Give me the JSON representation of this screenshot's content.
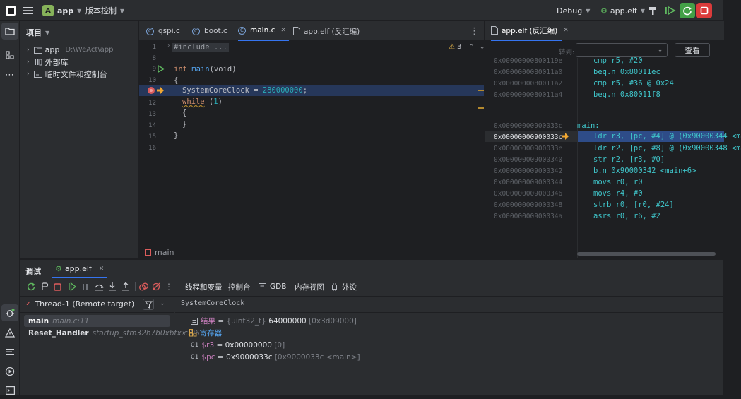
{
  "titlebar": {
    "project_badge": "A",
    "project_name": "app",
    "vcs_label": "版本控制",
    "config_label": "Debug",
    "target_label": "app.elf"
  },
  "project_panel": {
    "title": "项目",
    "tree": [
      {
        "label": "app",
        "path": "D:\\WeAct\\app"
      },
      {
        "label": "外部库"
      },
      {
        "label": "临时文件和控制台"
      }
    ]
  },
  "editor": {
    "tabs": [
      {
        "label": "qspi.c"
      },
      {
        "label": "boot.c"
      },
      {
        "label": "main.c"
      },
      {
        "label": "app.elf (反汇编)"
      }
    ],
    "warning_count": "3",
    "line_numbers": [
      "1",
      "8",
      "9",
      "10",
      "11",
      "12",
      "13",
      "14",
      "15",
      "16"
    ],
    "code": {
      "include": "#include ...",
      "main_sig_kw": "int",
      "main_sig_fn": "main",
      "main_sig_rest": "(void)",
      "brace_open": "{",
      "assign_lhs": "SystemCoreClock = ",
      "assign_num": "280000000",
      "assign_end": ";",
      "while_kw": "while",
      "while_open": " (",
      "while_num": "1",
      "while_close": ")",
      "inner_open": "{",
      "inner_close": "}",
      "brace_close": "}"
    },
    "breadcrumb": "main"
  },
  "disasm": {
    "tab_label": "app.elf (反汇编)",
    "search_label": "转到:",
    "search_button": "查看",
    "rows": [
      {
        "addr": "0x00000000800119e",
        "ins": "cmp r5, #20"
      },
      {
        "addr": "0x0000000080011a0",
        "ins": "beq.n 0x80011ec"
      },
      {
        "addr": "0x0000000080011a2",
        "ins": "cmp r5, #36 @ 0x24"
      },
      {
        "addr": "0x0000000080011a4",
        "ins": "beq.n 0x80011f8"
      },
      {
        "addr": "",
        "ins": ""
      },
      {
        "addr": "0x00000000900033c",
        "ins": "main:"
      },
      {
        "addr": "0x00000000900033c",
        "ins": "ldr r3, [pc, #4] @ (0x90000344 <m"
      },
      {
        "addr": "0x00000000900033e",
        "ins": "ldr r2, [pc, #8] @ (0x90000348 <m"
      },
      {
        "addr": "0x000000009000340",
        "ins": "str r2, [r3, #0]"
      },
      {
        "addr": "0x000000009000342",
        "ins": "b.n 0x90000342 <main+6>"
      },
      {
        "addr": "0x000000009000344",
        "ins": "movs r0, r0"
      },
      {
        "addr": "0x000000009000346",
        "ins": "movs r4, #0"
      },
      {
        "addr": "0x000000009000348",
        "ins": "strb r0, [r0, #24]"
      },
      {
        "addr": "0x00000000900034a",
        "ins": "asrs r0, r6, #2"
      }
    ]
  },
  "debug": {
    "title": "调试",
    "session_tab": "app.elf",
    "subtabs": [
      "线程和变量",
      "控制台",
      "GDB",
      "内存视图",
      "外设"
    ],
    "thread_label": "Thread-1 (Remote target)",
    "frames": [
      {
        "name": "main",
        "loc": "main.c:11"
      },
      {
        "name": "Reset_Handler",
        "loc": "startup_stm32h7b0xbtx.c:96"
      }
    ],
    "watch_expression": "SystemCoreClock",
    "variables": [
      {
        "name": "结果",
        "eq": " = ",
        "type": "{uint32_t} ",
        "value": "64000000",
        "extra": " [0x3d09000]"
      },
      {
        "name": "寄存器",
        "eq": "",
        "type": "",
        "value": "",
        "extra": ""
      },
      {
        "name": "$r3",
        "eq": " = ",
        "type": "",
        "value": "0x00000000",
        "extra": " [0]"
      },
      {
        "name": "$pc",
        "eq": " = ",
        "type": "",
        "value": "0x9000033c",
        "extra": " [0x9000033c <main>]"
      }
    ]
  },
  "colors": {
    "accent": "#3574f0",
    "current_line": "#26375a",
    "disasm_highlight": "#2e4c88",
    "run_green": "#43a047",
    "stop_red": "#db3b3b",
    "breakpoint": "#db5c5c",
    "exec_arrow": "#f0a732",
    "instruction": "#3fc4c9",
    "keyword": "#cf8e6d"
  },
  "icons": [
    "menu-icon",
    "folder-icon",
    "structure-icon",
    "more-icon",
    "bug-icon",
    "problems-icon",
    "todo-icon",
    "services-icon",
    "terminal-icon",
    "hammer-icon",
    "debug-run-icon",
    "restart-icon",
    "stop-icon",
    "breakpoint-icon",
    "execution-arrow-icon",
    "filter-icon"
  ]
}
